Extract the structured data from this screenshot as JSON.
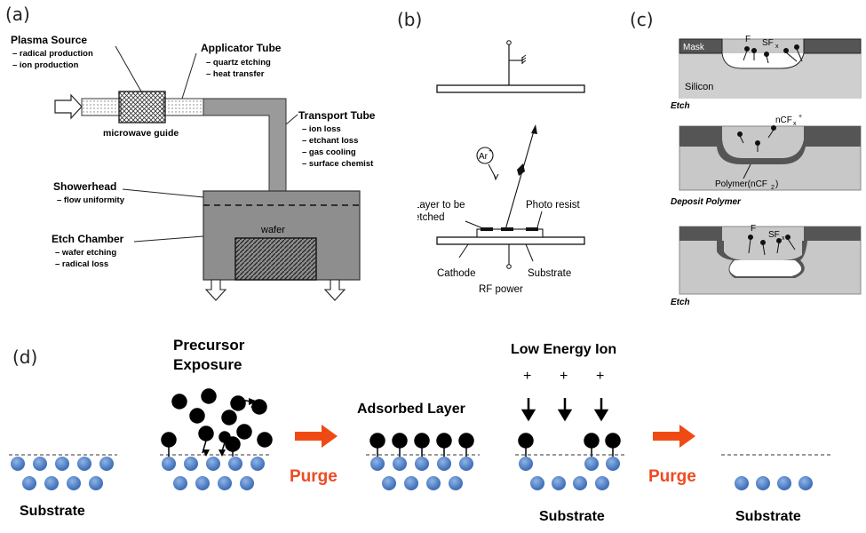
{
  "panel_labels": {
    "a": "(a)",
    "b": "(b)",
    "c": "(c)",
    "d": "(d)"
  },
  "panel_a": {
    "plasma_source": {
      "title": "Plasma Source",
      "lines": [
        "– radical production",
        "– ion production"
      ]
    },
    "applicator_tube": {
      "title": "Applicator Tube",
      "lines": [
        "– quartz etching",
        "– heat transfer"
      ]
    },
    "microwave_guide": "microwave guide",
    "transport_tube": {
      "title": "Transport Tube",
      "lines": [
        "– ion loss",
        "– etchant loss",
        "– gas cooling",
        "– surface chemist"
      ]
    },
    "showerhead": {
      "title": "Showerhead",
      "lines": [
        "– flow uniformity"
      ]
    },
    "etch_chamber": {
      "title": "Etch Chamber",
      "lines": [
        "– wafer etching",
        "– radical loss"
      ]
    },
    "wafer": "wafer"
  },
  "panel_b": {
    "ion": "Ar",
    "ion_sup": "+",
    "layer_to_be_etched": [
      "Layer to be",
      "etched"
    ],
    "photo_resist": "Photo resist",
    "cathode": "Cathode",
    "substrate": "Substrate",
    "rf_power": "RF power"
  },
  "panel_c": {
    "mask": "Mask",
    "silicon": "Silicon",
    "f": "F",
    "sfx": "SF",
    "sfx_sub": "x",
    "etch1": "Etch",
    "ncfx": "nCF",
    "ncfx_sub": "x",
    "ncfx_sup": "+",
    "polymer": "Polymer(nCF",
    "polymer_sub": "2",
    "polymer_end": ")",
    "deposit": "Deposit Polymer",
    "etch2": "Etch"
  },
  "panel_d": {
    "precursor": [
      "Precursor",
      "Exposure"
    ],
    "purge1": "Purge",
    "adsorbed": "Adsorbed Layer",
    "low_energy_ion": "Low Energy Ion",
    "plus": "+",
    "purge2": "Purge",
    "substrate_1": "Substrate",
    "substrate_2": "Substrate",
    "substrate_3": "Substrate"
  },
  "colors": {
    "atom_blue": "#4f81c7",
    "arrow_red": "#f04a14",
    "purge_red": "#ef4a23",
    "mask_gray": "#555555",
    "silicon_gray": "#c8c8c8"
  }
}
